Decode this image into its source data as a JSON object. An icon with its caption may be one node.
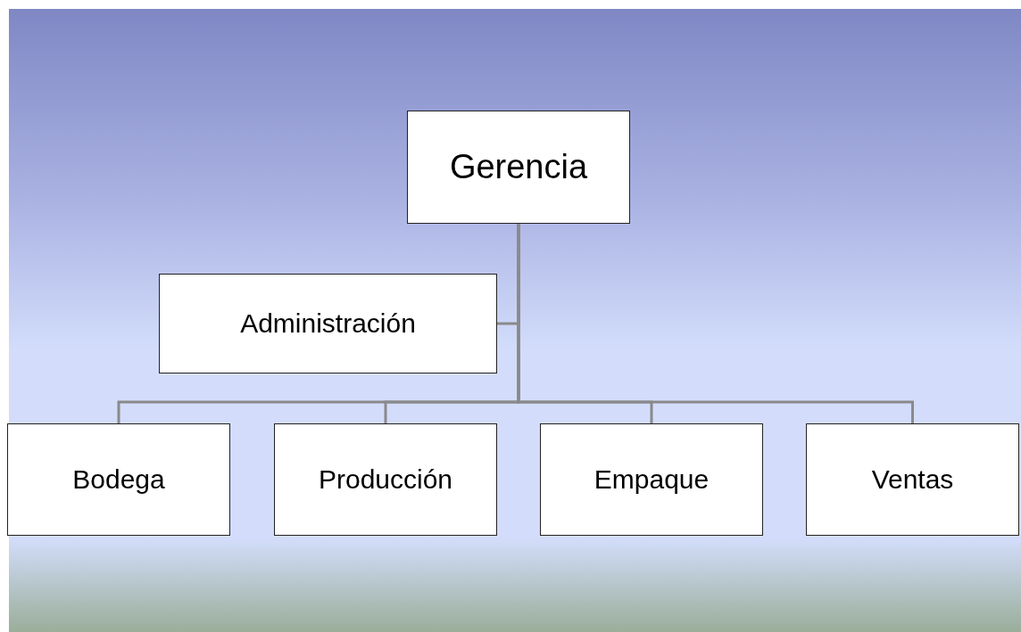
{
  "diagram": {
    "nodes": [
      {
        "text": [
          "Gerencia"
        ]
      },
      {
        "text": [
          "Administración"
        ]
      },
      {
        "text": [
          "Bodega"
        ]
      },
      {
        "text": [
          "Producción"
        ]
      },
      {
        "text": [
          "Empaque"
        ]
      },
      {
        "text": [
          "Ventas"
        ]
      }
    ],
    "edges": [
      {
        "from": 0,
        "to": 1,
        "arrow": "none"
      },
      {
        "from": 0,
        "to": 2,
        "arrow": "none"
      },
      {
        "from": 0,
        "to": 3,
        "arrow": "none"
      },
      {
        "from": 0,
        "to": 4,
        "arrow": "none"
      },
      {
        "from": 0,
        "to": 5,
        "arrow": "none"
      }
    ]
  }
}
